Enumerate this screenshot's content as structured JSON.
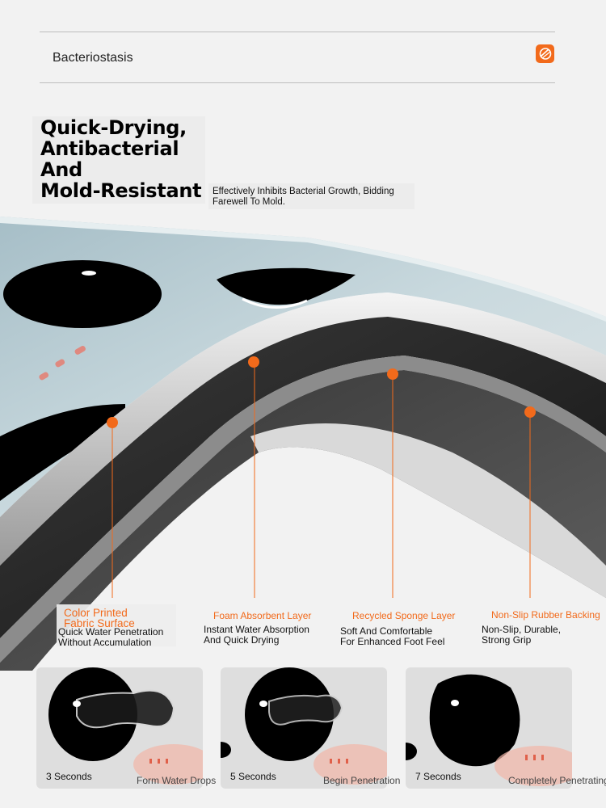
{
  "header": {
    "title": "Bacteriostasis",
    "badge_icon": "fabric-badge-icon"
  },
  "headline": {
    "lines": [
      "Quick-Drying,",
      "Antibacterial",
      "And",
      "Mold-Resistant"
    ],
    "subtitle": "Effectively Inhibits Bacterial Growth, Bidding Farewell To Mold."
  },
  "layers": [
    {
      "title_lines": [
        "Color Printed",
        "Fabric Surface"
      ],
      "desc_lines": [
        "Quick Water Penetration",
        "Without Accumulation"
      ]
    },
    {
      "title_lines": [
        "Foam Absorbent Layer"
      ],
      "desc_lines": [
        "Instant Water Absorption",
        "And Quick Drying"
      ]
    },
    {
      "title_lines": [
        "Recycled Sponge Layer"
      ],
      "desc_lines": [
        "Soft And Comfortable",
        "For Enhanced Foot Feel"
      ]
    },
    {
      "title_lines": [
        "Non-Slip Rubber Backing"
      ],
      "desc_lines": [
        "Non-Slip, Durable,",
        "Strong Grip"
      ]
    }
  ],
  "stages": [
    {
      "time": "3 Seconds",
      "caption": "Form Water Drops"
    },
    {
      "time": "5 Seconds",
      "caption": "Begin Penetration"
    },
    {
      "time": "7 Seconds",
      "caption": "Completely Penetrating"
    }
  ],
  "colors": {
    "accent": "#f26a1b",
    "fabric": "#b9cdd3",
    "foam": "#2a2a2a",
    "backing": "#1c1c1c"
  }
}
